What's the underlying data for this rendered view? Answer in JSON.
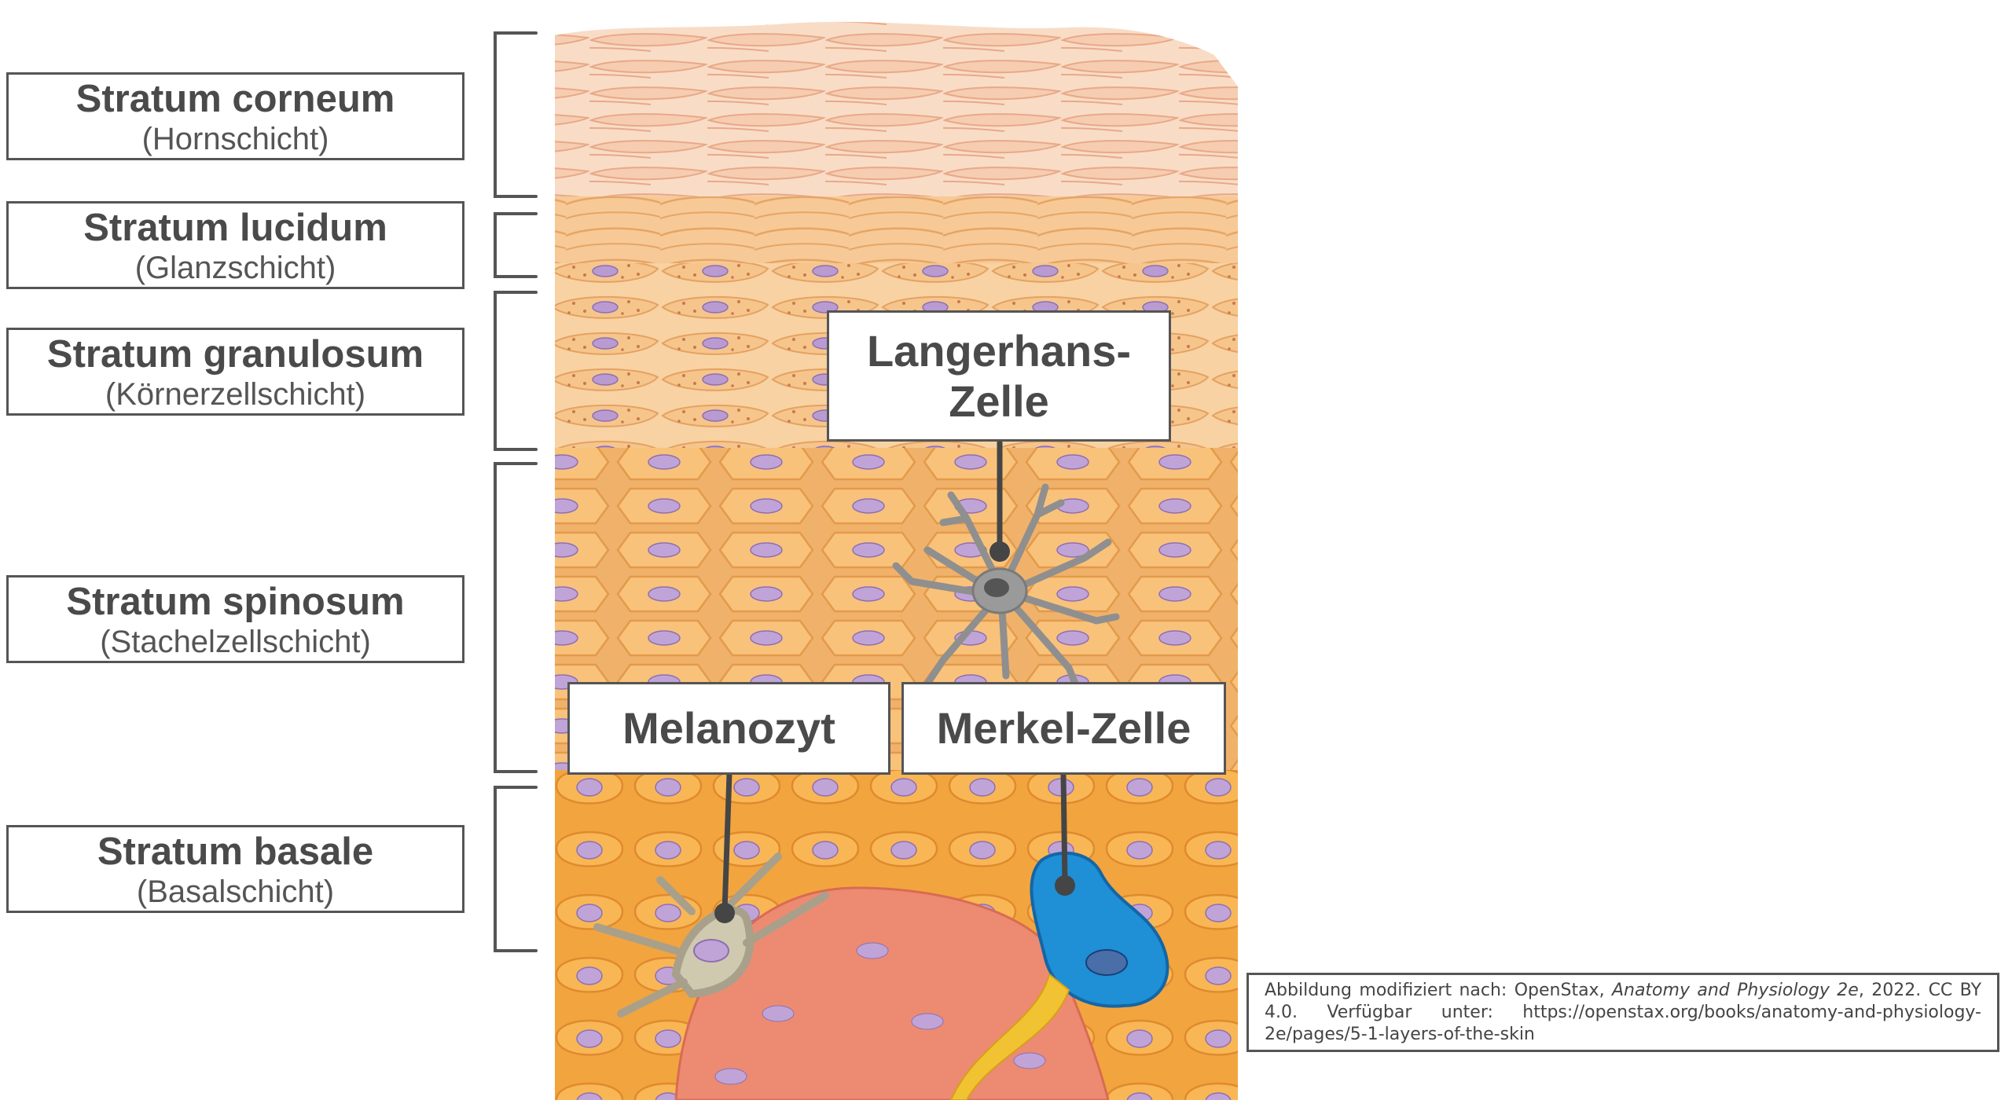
{
  "layers": [
    {
      "id": "corneum",
      "name": "Stratum corneum",
      "german": "(Hornschicht)"
    },
    {
      "id": "lucidum",
      "name": "Stratum lucidum",
      "german": "(Glanzschicht)"
    },
    {
      "id": "granulosum",
      "name": "Stratum granulosum",
      "german": "(Körnerzellschicht)"
    },
    {
      "id": "spinosum",
      "name": "Stratum spinosum",
      "german": "(Stachelzellschicht)"
    },
    {
      "id": "basale",
      "name": "Stratum basale",
      "german": "(Basalschicht)"
    }
  ],
  "cells": {
    "langerhans": "Langerhans-Zelle",
    "melanozyt": "Melanozyt",
    "merkel": "Merkel-Zelle"
  },
  "citation": {
    "prefix": "Abbildung modifiziert nach: OpenStax, ",
    "title": "Anatomy and Physiology 2e",
    "suffix": ", 2022. CC BY 4.0. Verfügbar unter: https://openstax.org/books/anatomy-and-physiology-2e/pages/5-1-layers-of-the-skin"
  },
  "colors": {
    "corneum": "#f7d2b6",
    "lucidum": "#f6c48a",
    "granulosum": "#f8cc92",
    "spinosum": "#f6b75a",
    "basale": "#f5a941",
    "dermis": "#ec8b72",
    "nucleus": "#b99bd2",
    "langerhans": "#9a9a9a",
    "merkel": "#1f8fd6",
    "melanocyte": "#c8c2a8",
    "border": "#555555"
  }
}
